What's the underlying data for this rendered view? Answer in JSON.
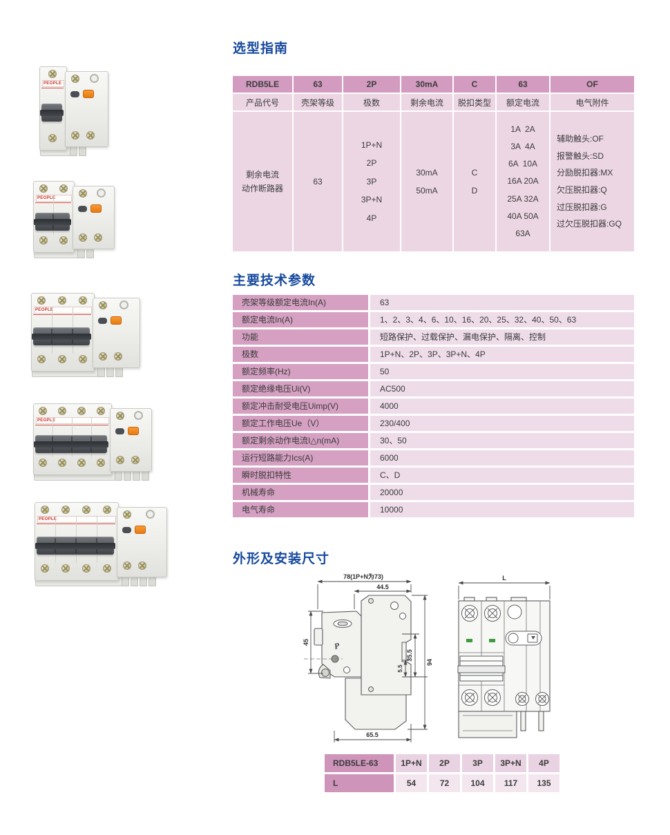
{
  "colors": {
    "title_blue": "#17499d",
    "header_pink": "#d29bbf",
    "cell_pink": "#ecd6e4",
    "cell_pink_light": "#f3e6ee",
    "accent_orange": "#e87912",
    "brand_red": "#cf3128",
    "indicator_green": "#3f9b42"
  },
  "products": {
    "brand": "PEOPLE"
  },
  "selection_guide": {
    "title": "选型指南",
    "code_row": [
      "RDB5LE",
      "63",
      "2P",
      "30mA",
      "C",
      "63",
      "OF"
    ],
    "label_row": [
      "产品代号",
      "壳架等级",
      "极数",
      "剩余电流",
      "脱扣类型",
      "额定电流",
      "电气附件"
    ],
    "detail": {
      "product": [
        "剩余电流",
        "动作断路器"
      ],
      "frame": "63",
      "poles": [
        "1P+N",
        "2P",
        "3P",
        "3P+N",
        "4P"
      ],
      "residual": [
        "30mA",
        "50mA"
      ],
      "trip": [
        "C",
        "D"
      ],
      "current": [
        "1A  2A",
        "3A  4A",
        "6A  10A",
        "16A 20A",
        "25A 32A",
        "40A 50A",
        "63A"
      ],
      "accessories": [
        "辅助触头:OF",
        "报警触头:SD",
        "分励脱扣器:MX",
        "欠压脱扣器:Q",
        "过压脱扣器:G",
        "过欠压脱扣器:GQ"
      ]
    }
  },
  "tech_params": {
    "title": "主要技术参数",
    "rows": [
      {
        "label": "壳架等级额定电流In(A)",
        "value": "63"
      },
      {
        "label": "额定电流In(A)",
        "value": "1、2、3、4、6、10、16、20、25、32、40、50、63"
      },
      {
        "label": "功能",
        "value": "短路保护、过载保护、漏电保护、隔离、控制"
      },
      {
        "label": "极数",
        "value": "1P+N、2P、3P、3P+N、4P"
      },
      {
        "label": "额定频率(Hz)",
        "value": "50"
      },
      {
        "label": "额定绝缘电压Ui(V)",
        "value": "AC500"
      },
      {
        "label": "额定冲击耐受电压Uimp(V)",
        "value": "4000"
      },
      {
        "label": "额定工作电压Ue（V）",
        "value": "230/400"
      },
      {
        "label": "额定剩余动作电流I△n(mA)",
        "value": "30、50"
      },
      {
        "label": "运行短路能力Ics(A)",
        "value": "6000"
      },
      {
        "label": "瞬时脱扣特性",
        "value": "C、D"
      },
      {
        "label": "机械寿命",
        "value": "20000"
      },
      {
        "label": "电气寿命",
        "value": "10000"
      }
    ]
  },
  "dimensions": {
    "title": "外形及安装尺寸",
    "side_view": {
      "dim_top": "78(1P+N为73)",
      "dim_top_inner": "44.5",
      "dim_left": "45",
      "dim_right": "94",
      "dim_right_inner": "35.5",
      "dim_right_small": "5.5",
      "dim_bottom": "65.5"
    },
    "front_view": {
      "dim_width": "L"
    },
    "table": {
      "header": [
        "RDB5LE-63",
        "1P+N",
        "2P",
        "3P",
        "3P+N",
        "4P"
      ],
      "row": [
        "L",
        "54",
        "72",
        "104",
        "117",
        "135"
      ]
    }
  }
}
